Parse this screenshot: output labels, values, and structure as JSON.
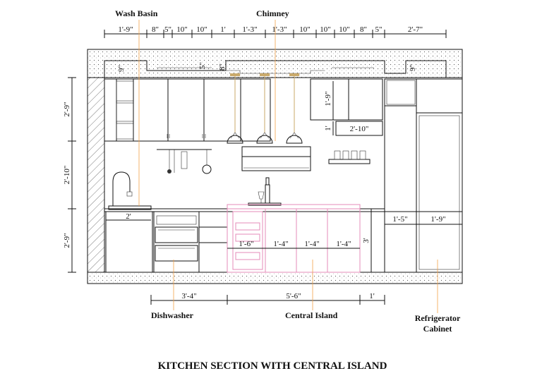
{
  "title": "KITCHEN SECTION WITH CENTRAL ISLAND",
  "callouts": {
    "wash_basin": "Wash Basin",
    "chimney": "Chimney",
    "dishwasher": "Dishwasher",
    "central_island": "Central Island",
    "refrigerator_cabinet_line1": "Refrigerator",
    "refrigerator_cabinet_line2": "Cabinet"
  },
  "top_dimensions": [
    "1'-9\"",
    "8\"",
    "5\"",
    "10\"",
    "10\"",
    "1'",
    "1'-3\"",
    "1'-3\"",
    "10\"",
    "10\"",
    "10\"",
    "8\"",
    "5\"",
    "2'-7\""
  ],
  "left_dimensions": [
    "2'-9\"",
    "2'-10\"",
    "2'-9\""
  ],
  "ceiling_dimensions": {
    "left": "9\"",
    "mid1": "5\"",
    "mid2": "8\"",
    "right": "9\""
  },
  "wall_cabinet_dimensions": {
    "height": "1'-9\"",
    "shelf_height": "1'",
    "shelf_width": "2'-10\""
  },
  "counter_dimension": "2'",
  "island_dimensions": [
    "1'-6\"",
    "1'-4\"",
    "1'-4\"",
    "1'-4\""
  ],
  "island_height": "3'",
  "fridge_dimensions": [
    "1'-5\"",
    "1'-9\""
  ],
  "bottom_dimensions": [
    "3'-4\"",
    "5'-6\"",
    "1'"
  ],
  "colors": {
    "lines": "#111111",
    "island": "#e58bb8",
    "pendants": "#c9a96a",
    "leaders": "#f2a34a"
  }
}
